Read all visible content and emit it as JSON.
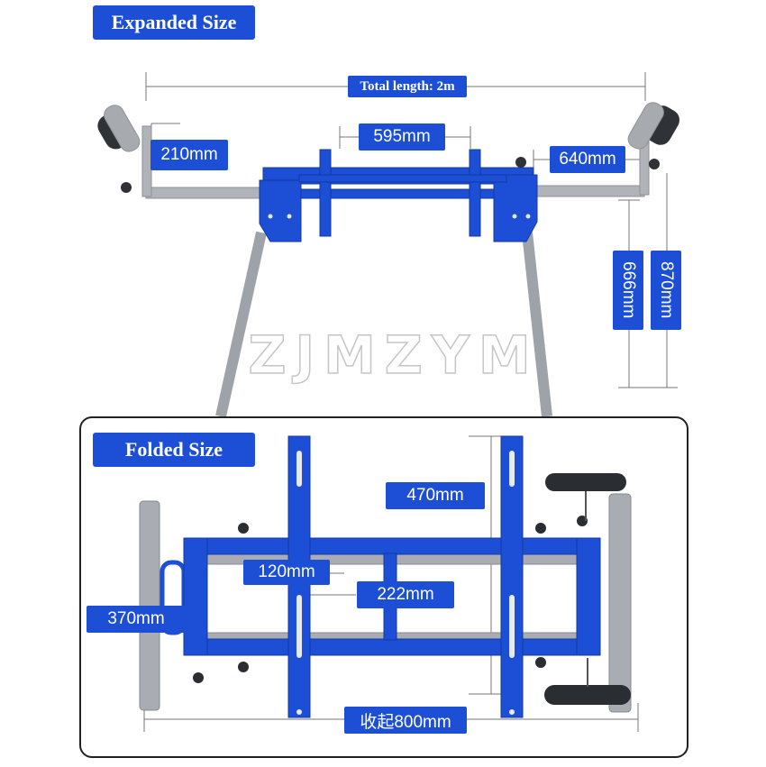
{
  "expanded": {
    "title": "Expanded Size",
    "total_length": "Total length: 2m",
    "dim_arm_height": "210mm",
    "dim_center": "595mm",
    "dim_arm_length": "640mm",
    "dim_height_low": "666mm",
    "dim_height_high": "870mm"
  },
  "watermark": "ZJMZYM",
  "folded": {
    "title": "Folded Size",
    "dim_bracket": "470mm",
    "dim_width": "120mm",
    "dim_depth": "222mm",
    "dim_tube": "370mm",
    "dim_length": "收起800mm"
  },
  "colors": {
    "blue_frame": "#1c4fd6",
    "gray_tube": "#a9adb3",
    "label_bg": "#1c4fd6"
  }
}
